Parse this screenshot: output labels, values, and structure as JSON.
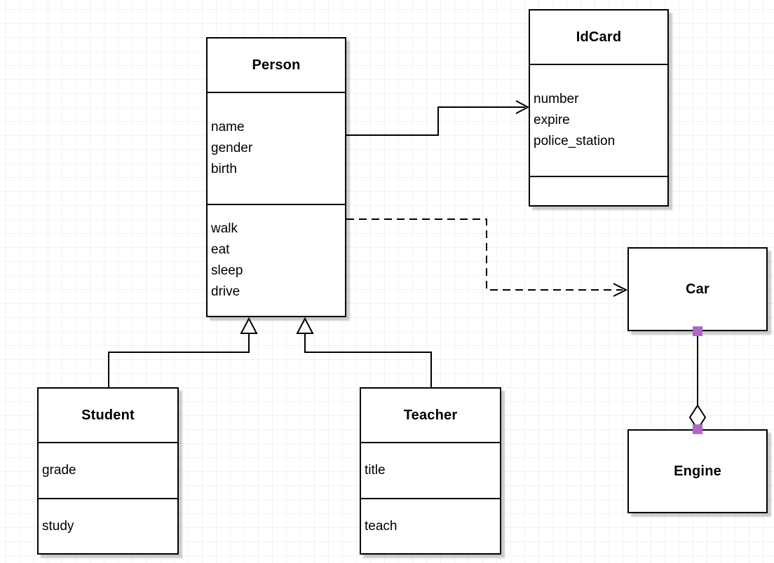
{
  "diagram": {
    "type": "uml-class-diagram",
    "classes": {
      "person": {
        "title": "Person",
        "attributes": [
          "name",
          "gender",
          "birth"
        ],
        "methods": [
          "walk",
          "eat",
          "sleep",
          "drive"
        ]
      },
      "idcard": {
        "title": "IdCard",
        "attributes": [
          "number",
          "expire",
          "police_station"
        ],
        "methods": []
      },
      "car": {
        "title": "Car",
        "attributes": [],
        "methods": []
      },
      "engine": {
        "title": "Engine",
        "attributes": [],
        "methods": []
      },
      "student": {
        "title": "Student",
        "attributes": [
          "grade"
        ],
        "methods": [
          "study"
        ]
      },
      "teacher": {
        "title": "Teacher",
        "attributes": [
          "title"
        ],
        "methods": [
          "teach"
        ]
      }
    },
    "relationships": [
      {
        "from": "Person",
        "to": "IdCard",
        "type": "directed-association",
        "line": "solid",
        "arrowhead": "open-arrow"
      },
      {
        "from": "Person",
        "to": "Car",
        "type": "dependency",
        "line": "dashed",
        "arrowhead": "open-arrow"
      },
      {
        "from": "Student",
        "to": "Person",
        "type": "generalization",
        "line": "solid",
        "arrowhead": "hollow-triangle"
      },
      {
        "from": "Teacher",
        "to": "Person",
        "type": "generalization",
        "line": "solid",
        "arrowhead": "hollow-triangle"
      },
      {
        "from": "Car",
        "to": "Engine",
        "type": "aggregation",
        "line": "solid",
        "arrowhead": "hollow-diamond",
        "selected": true
      }
    ],
    "colors": {
      "stroke": "#000000",
      "class_fill": "#ffffff",
      "grid_line": "#f2f2f2",
      "selection_handle": "#b266c9",
      "shadow": "rgba(0,0,0,0.20)"
    }
  }
}
